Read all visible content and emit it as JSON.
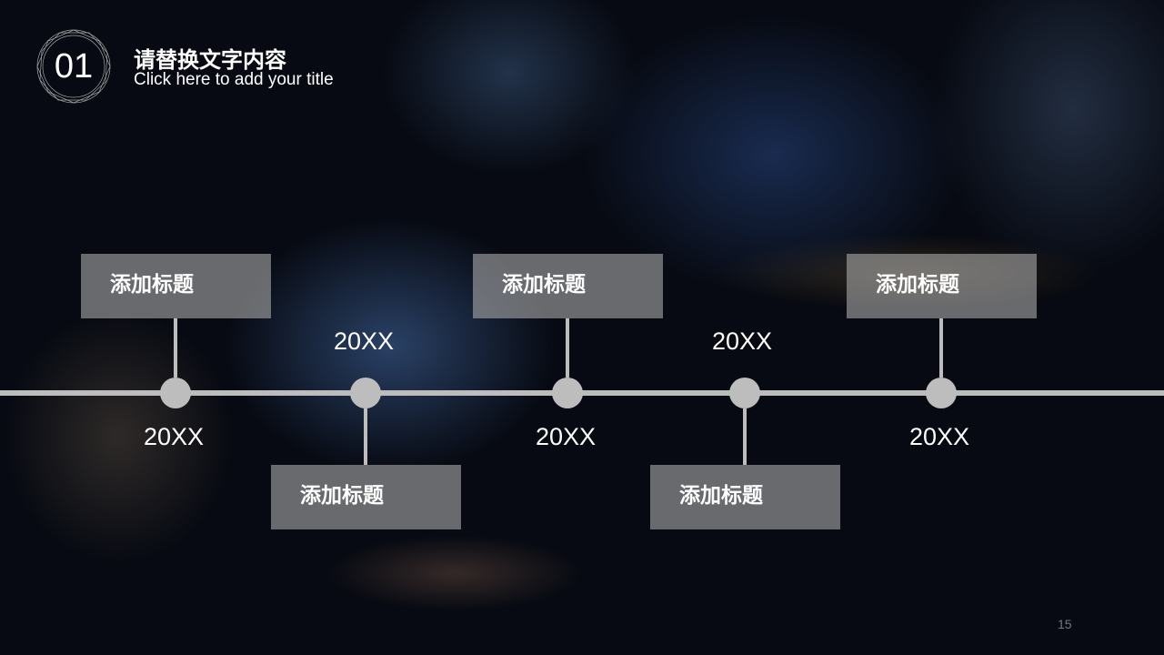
{
  "header": {
    "number": "01",
    "title_cn": "请替换文字内容",
    "title_en": "Click here to add your title"
  },
  "timeline": [
    {
      "label": "添加标题",
      "year": "20XX",
      "position": "top"
    },
    {
      "label": "添加标题",
      "year": "20XX",
      "position": "bottom"
    },
    {
      "label": "添加标题",
      "year": "20XX",
      "position": "top"
    },
    {
      "label": "添加标题",
      "year": "20XX",
      "position": "bottom"
    },
    {
      "label": "添加标题",
      "year": "20XX",
      "position": "top"
    }
  ],
  "page_number": "15",
  "colors": {
    "line": "#bcbcbc",
    "box": "#aaaaaa",
    "background": "#070a12"
  }
}
